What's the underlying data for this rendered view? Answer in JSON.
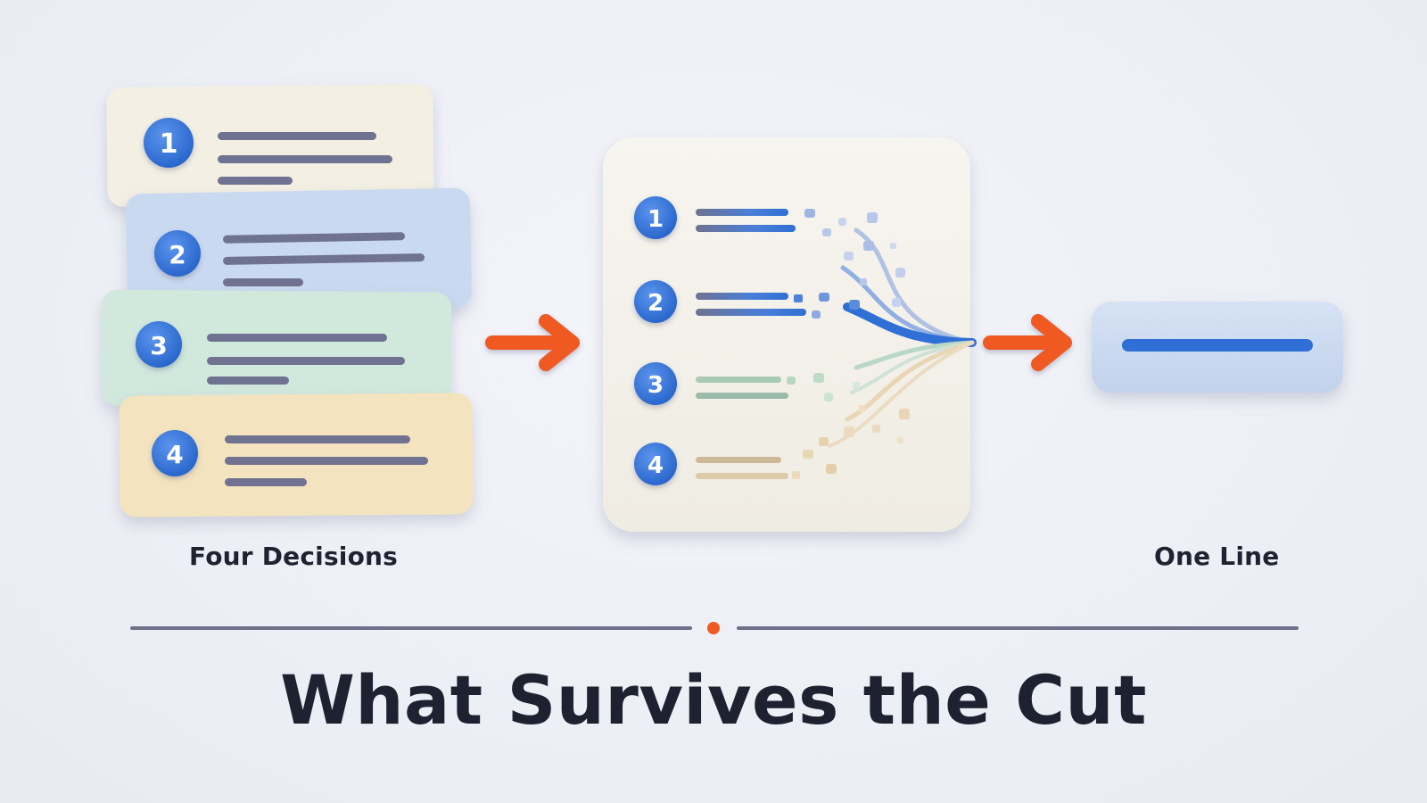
{
  "title": "What Survives the Cut",
  "captions": {
    "input": "Four Decisions",
    "output": "One Line"
  },
  "decision_cards": [
    {
      "number": "1",
      "color": "#f3efe3"
    },
    {
      "number": "2",
      "color": "#c9d9ef"
    },
    {
      "number": "3",
      "color": "#d1e8dd"
    },
    {
      "number": "4",
      "color": "#f3e3bf"
    }
  ],
  "funnel_rows": [
    {
      "number": "1",
      "line_color": "#6f7290"
    },
    {
      "number": "2",
      "line_color": "#6f7290"
    },
    {
      "number": "3",
      "line_color": "#a8c9b4"
    },
    {
      "number": "4",
      "line_color": "#d8c4a0"
    }
  ],
  "colors": {
    "accent_blue": "#2f6fd6",
    "arrow_orange": "#ee5a23",
    "text_dark": "#1e2130",
    "divider": "#6f7088",
    "panel": "#f3f1ea",
    "output_card": "#cbd9ef"
  },
  "icons": [
    "arrow-right-icon",
    "arrow-right-icon",
    "number-badge-icon"
  ]
}
